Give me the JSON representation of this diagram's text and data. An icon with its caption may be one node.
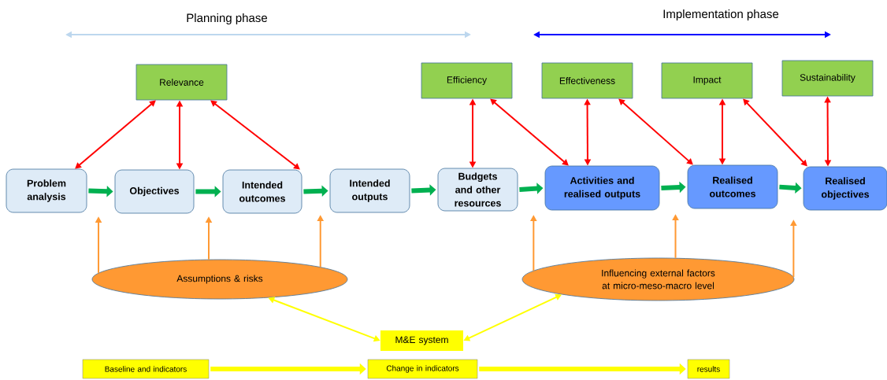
{
  "diagram": {
    "nodes": [
      {
        "text": [
          "Relevance"
        ]
      },
      {
        "text": [
          "Efficiency"
        ]
      },
      {
        "text": [
          "Effectiveness"
        ]
      },
      {
        "text": [
          "Impact"
        ]
      },
      {
        "text": [
          "Sustainability"
        ]
      },
      {
        "text": [
          "Problem analysis"
        ]
      },
      {
        "text": [
          "Objectives"
        ]
      },
      {
        "text": [
          "Intended outcomes"
        ]
      },
      {
        "text": [
          "Intended outputs"
        ]
      },
      {
        "text": [
          "Budgets and other resources"
        ]
      },
      {
        "text": [
          "Activities and realised outputs"
        ]
      },
      {
        "text": [
          "Realised outcomes"
        ]
      },
      {
        "text": [
          "Realised objectives"
        ]
      },
      {
        "text": [
          "Assumptions & risks"
        ]
      },
      {
        "text": [
          "Influencing external factors at micro-meso-macro level"
        ]
      },
      {
        "text": [
          "M&E system"
        ]
      },
      {
        "text": [
          "Baseline and indicators"
        ]
      },
      {
        "text": [
          "Change in indicators"
        ]
      },
      {
        "text": [
          "results"
        ]
      }
    ],
    "edges": [
      {
        "from": 0,
        "to": 5,
        "arrow": "both"
      },
      {
        "from": 0,
        "to": 6,
        "arrow": "both"
      },
      {
        "from": 0,
        "to": 7,
        "arrow": "both"
      },
      {
        "from": 1,
        "to": 9,
        "arrow": "both"
      },
      {
        "from": 1,
        "to": 10,
        "arrow": "both"
      },
      {
        "from": 2,
        "to": 10,
        "arrow": "both"
      },
      {
        "from": 2,
        "to": 11,
        "arrow": "both"
      },
      {
        "from": 3,
        "to": 11,
        "arrow": "both"
      },
      {
        "from": 3,
        "to": 12,
        "arrow": "both"
      },
      {
        "from": 4,
        "to": 12,
        "arrow": "both"
      },
      {
        "from": 5,
        "to": 6,
        "arrow": "to",
        "style": "thick",
        "color": "#00b050"
      },
      {
        "from": 6,
        "to": 7,
        "arrow": "to",
        "style": "thick",
        "color": "#00b050"
      },
      {
        "from": 7,
        "to": 8,
        "arrow": "to",
        "style": "thick",
        "color": "#00b050"
      },
      {
        "from": 8,
        "to": 9,
        "arrow": "to",
        "style": "thick",
        "color": "#00b050"
      },
      {
        "from": 9,
        "to": 10,
        "arrow": "to",
        "style": "thick",
        "color": "#00b050"
      },
      {
        "from": 10,
        "to": 11,
        "arrow": "to",
        "style": "thick",
        "color": "#00b050"
      },
      {
        "from": 11,
        "to": 12,
        "arrow": "to",
        "style": "thick",
        "color": "#00b050"
      },
      {
        "from": 13,
        "to": null,
        "arrow": "to",
        "color": "#ff9933"
      },
      {
        "from": 13,
        "to": null,
        "arrow": "to",
        "color": "#ff9933"
      },
      {
        "from": 13,
        "to": null,
        "arrow": "to",
        "color": "#ff9933"
      },
      {
        "from": 14,
        "to": null,
        "arrow": "to",
        "color": "#ff9933"
      },
      {
        "from": 14,
        "to": null,
        "arrow": "to",
        "color": "#ff9933"
      },
      {
        "from": 14,
        "to": null,
        "arrow": "to",
        "color": "#ff9933"
      },
      {
        "from": 15,
        "to": 13,
        "arrow": "both",
        "color": "#ffff00"
      },
      {
        "from": 15,
        "to": 14,
        "arrow": "both",
        "color": "#ffff00"
      },
      {
        "from": 16,
        "to": 17,
        "arrow": "to",
        "style": "thick",
        "color": "#ffff00"
      },
      {
        "from": 17,
        "to": 18,
        "arrow": "to",
        "style": "thick",
        "color": "#ffff00"
      }
    ],
    "labels": [
      "Planning phase",
      "Implementation phase"
    ]
  }
}
